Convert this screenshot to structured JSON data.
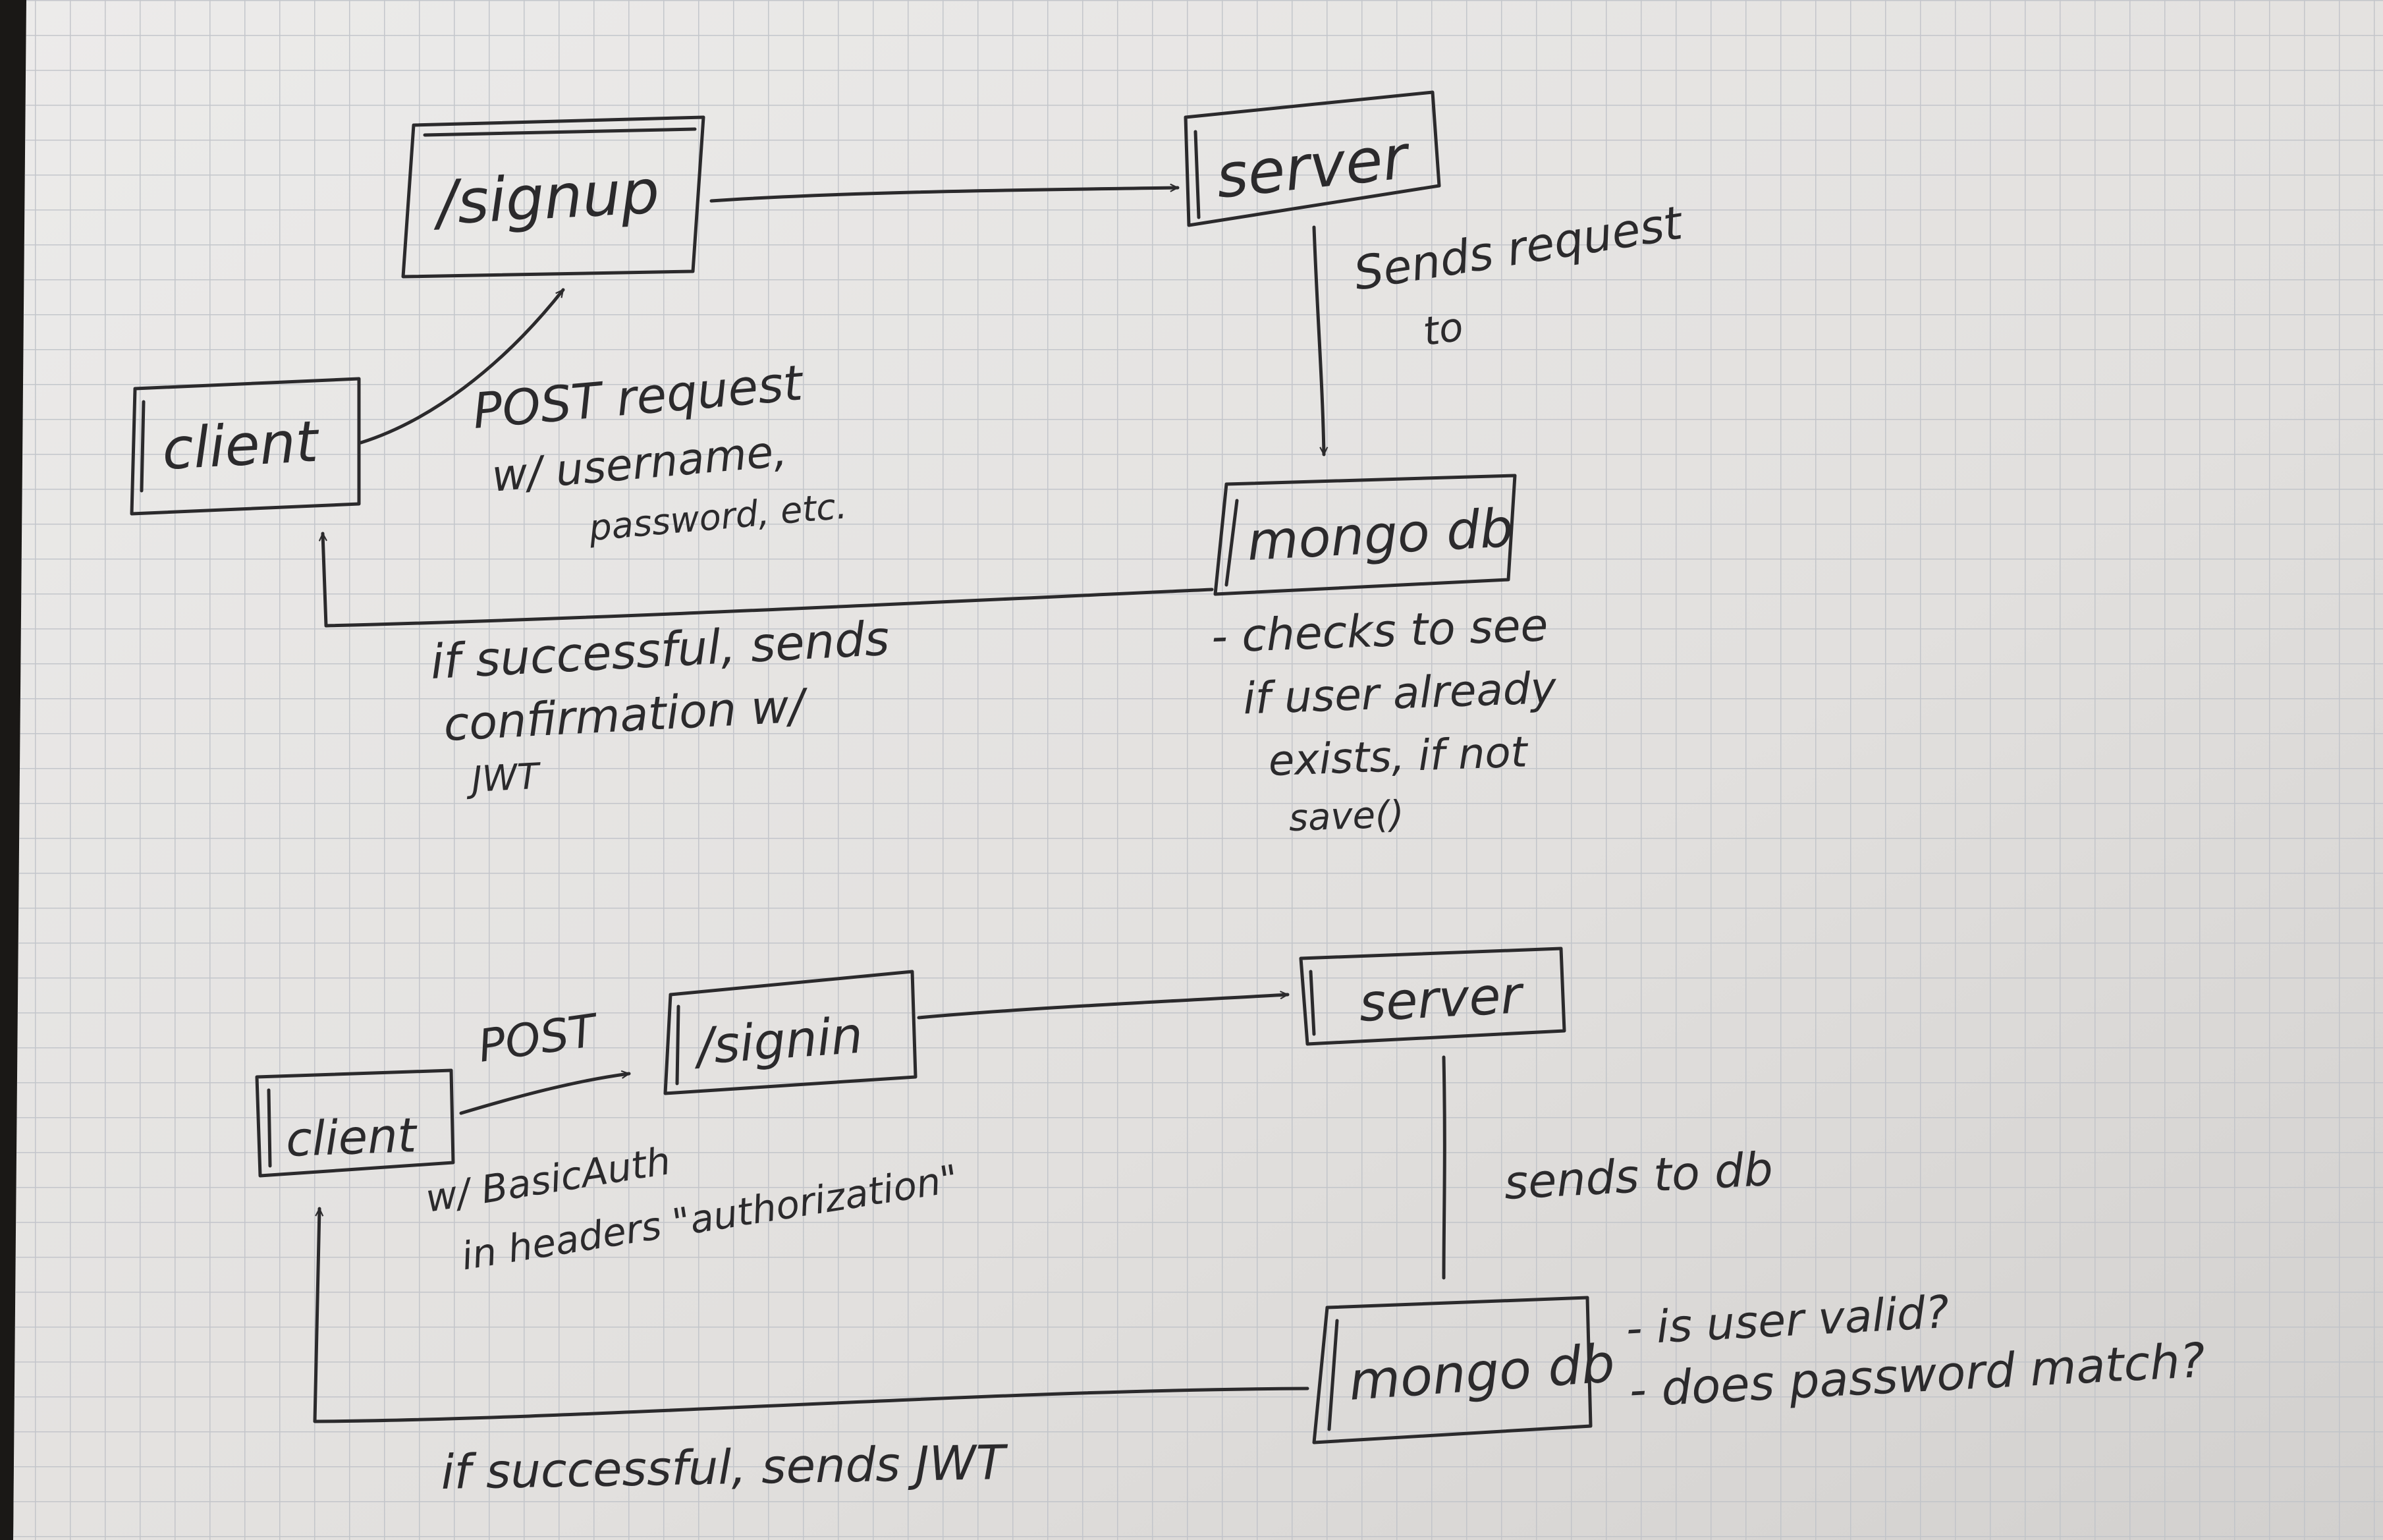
{
  "signup_flow": {
    "signup_box": "/signup",
    "server_box": "server",
    "client_box": "client",
    "mongodb_box": "mongo db",
    "post_request_note": [
      "POST request",
      "w/ username,",
      "password, etc."
    ],
    "sends_request_note": [
      "Sends request",
      "to"
    ],
    "success_note": [
      "if successful, sends",
      "confirmation  w/",
      "JWT"
    ],
    "mongodb_note": [
      "- checks  to  see",
      "if user  already",
      "exists, if not",
      "save()"
    ]
  },
  "signin_flow": {
    "signin_box": "/signin",
    "server_box": "server",
    "client_box": "client",
    "mongodb_box": "mongo db",
    "post_label": "POST",
    "basic_auth_note": [
      "w/ BasicAuth",
      "in headers \"authorization\""
    ],
    "sends_to_db_note": "sends  to  db",
    "validation_note": [
      "- is  user valid?",
      "- does  password  match?"
    ],
    "success_note": "if successful, sends JWT"
  },
  "colors": {
    "paper": "#e4e2e0",
    "grid_line": "#bfc2c8",
    "ink": "#2b2a2c",
    "shadow_edge": "#1a1816"
  }
}
